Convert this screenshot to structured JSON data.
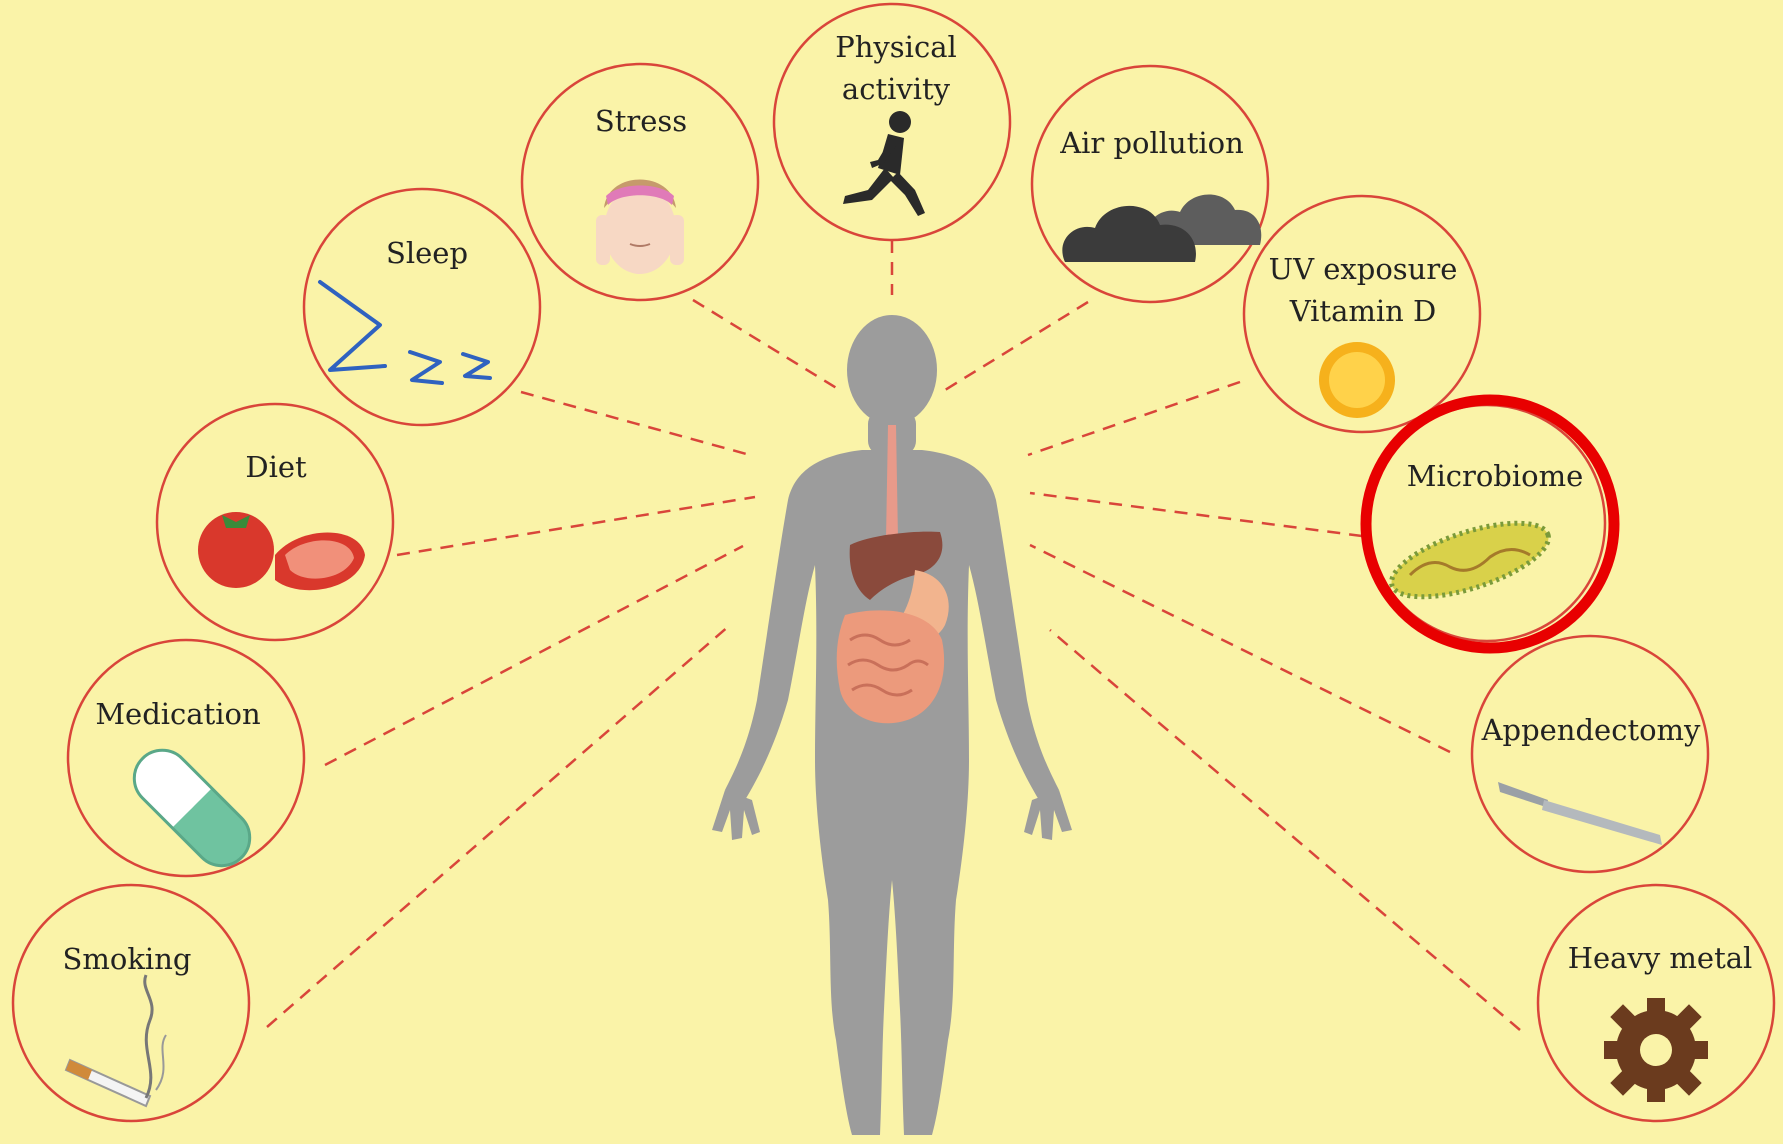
{
  "factors": {
    "physical_activity": {
      "line1": "Physical",
      "line2": "activity"
    },
    "stress": "Stress",
    "air_pollution": "Air pollution",
    "sleep": "Sleep",
    "uv": {
      "line1": "UV exposure",
      "line2": "Vitamin D"
    },
    "diet": "Diet",
    "microbiome": "Microbiome",
    "medication": "Medication",
    "appendectomy": "Appendectomy",
    "smoking": "Smoking",
    "heavy_metal": "Heavy metal"
  },
  "colors": {
    "background": "#faf3a8",
    "circle_outline": "#d9453a",
    "connector": "#d9453a",
    "highlight": "#e80000",
    "body": "#9c9c9c"
  },
  "highlighted_factor": "microbiome"
}
